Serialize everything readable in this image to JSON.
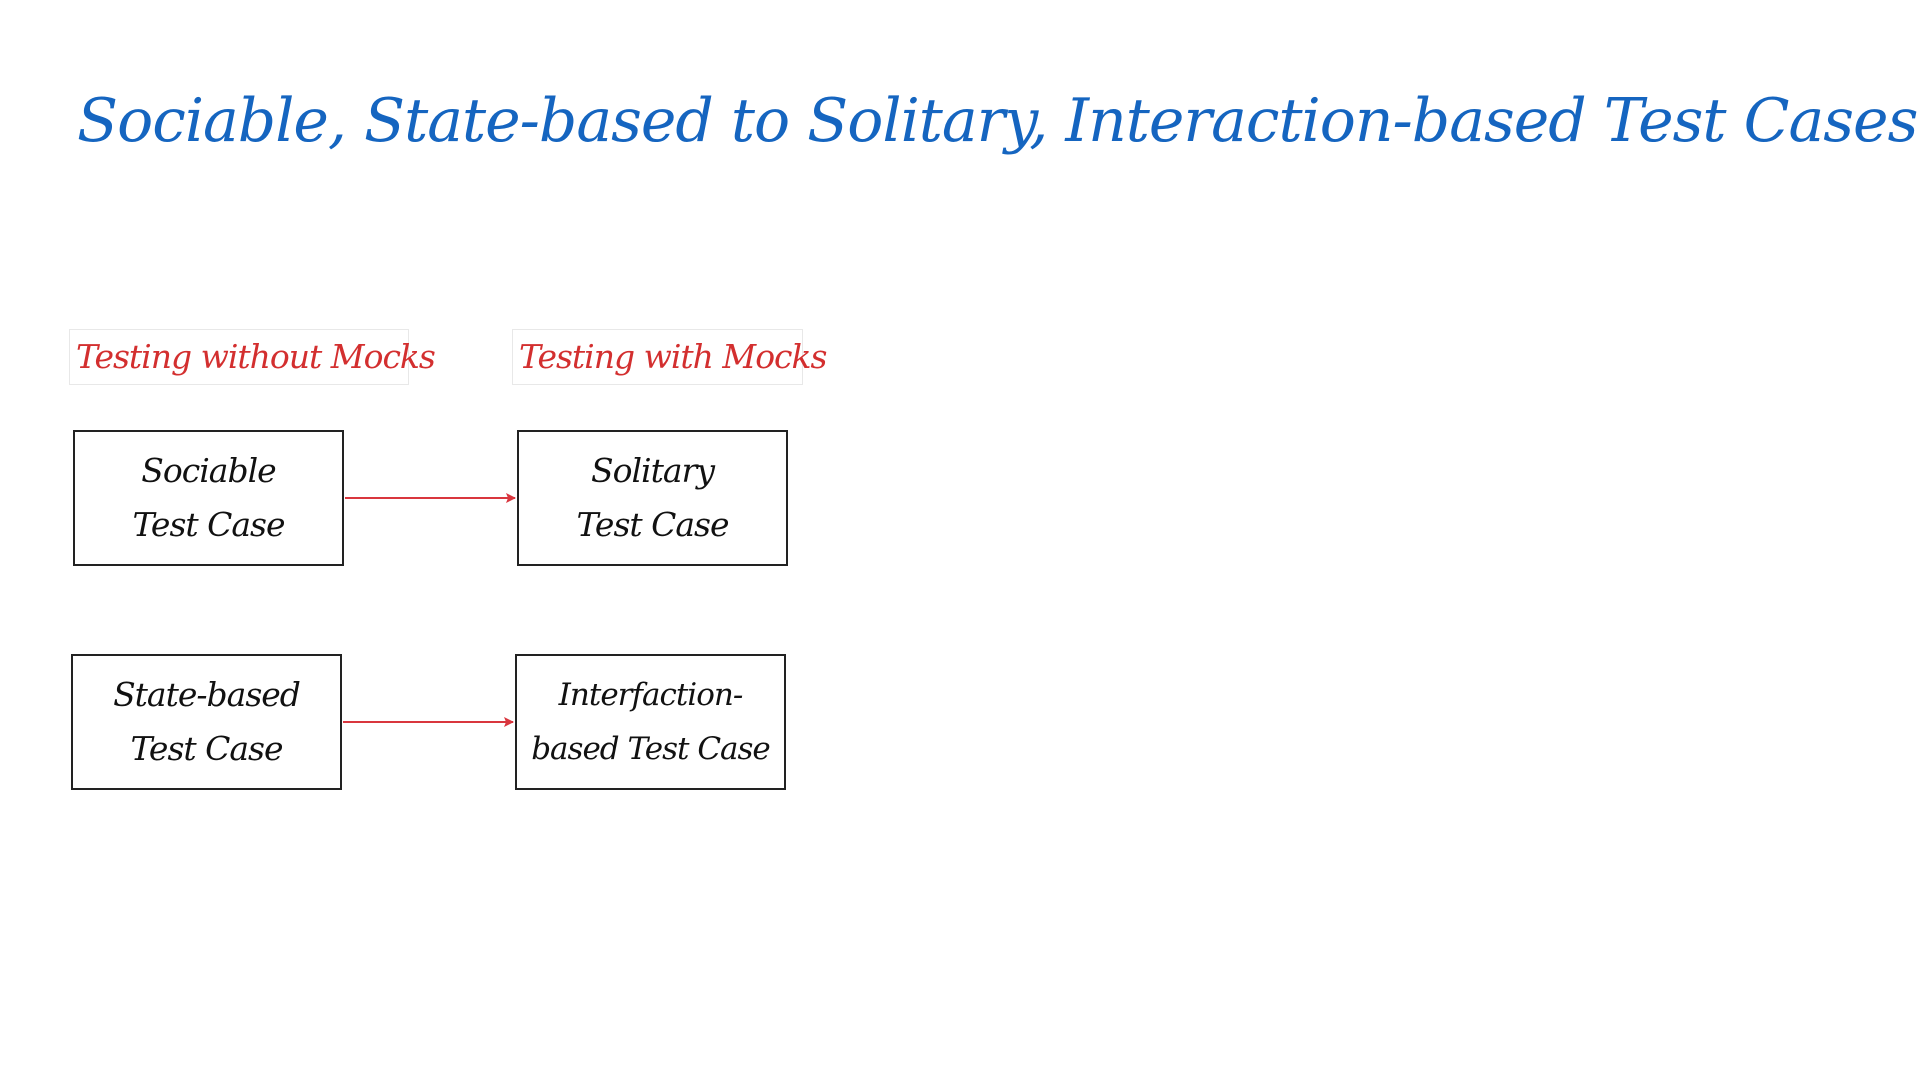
{
  "slide": {
    "title": "Sociable, State-based to Solitary, Interaction-based Test Cases"
  },
  "labels": {
    "left": "Testing without Mocks",
    "right": "Testing with Mocks"
  },
  "boxes": {
    "sociable": {
      "line1": "Sociable",
      "line2": "Test Case"
    },
    "solitary": {
      "line1": "Solitary",
      "line2": "Test Case"
    },
    "state_based": {
      "line1": "State-based",
      "line2": "Test Case"
    },
    "interfaction": {
      "line1": "Interfaction-",
      "line2": "based Test Case"
    }
  },
  "connections": [
    {
      "from": "sociable",
      "to": "solitary"
    },
    {
      "from": "state_based",
      "to": "interfaction"
    }
  ],
  "colors": {
    "title": "#1565c0",
    "label": "#d32f2f",
    "arrow": "#d9363e",
    "box_border": "#222222",
    "box_text": "#111111"
  }
}
